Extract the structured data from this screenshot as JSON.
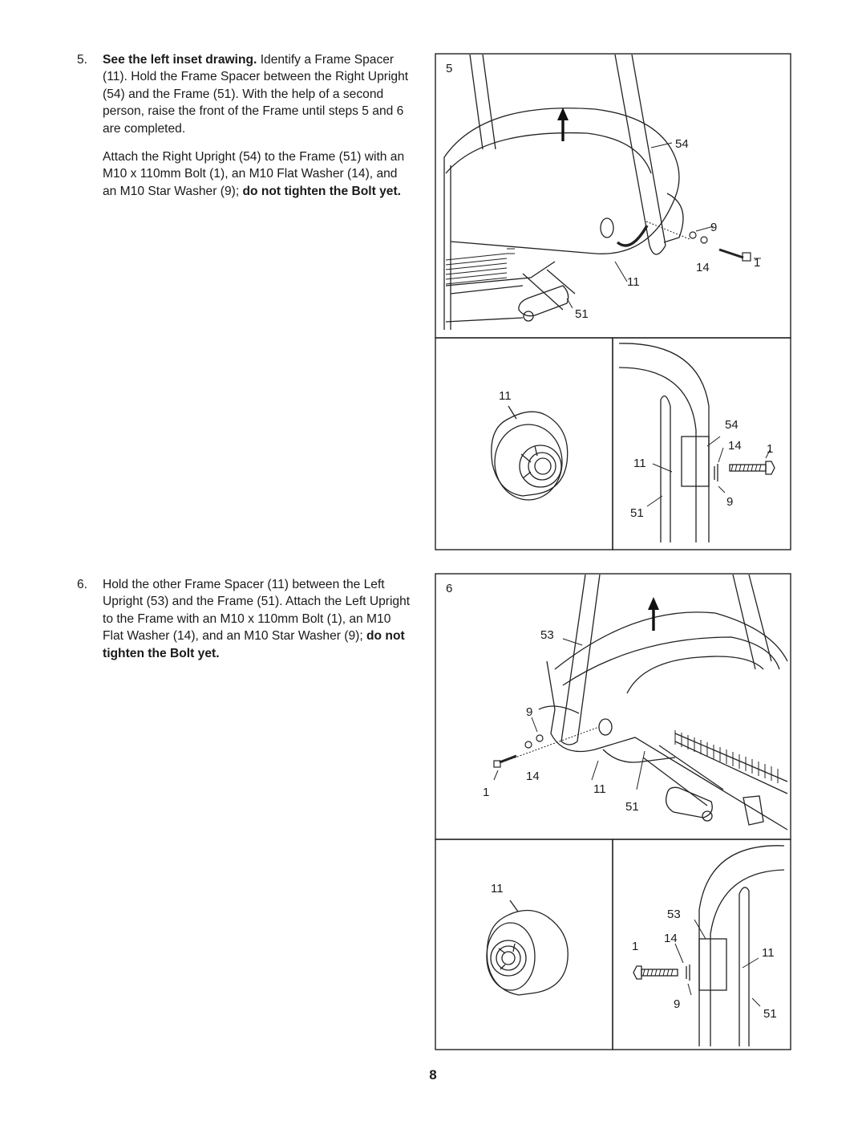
{
  "steps": [
    {
      "number": "5.",
      "para1_bold": "See the left inset drawing.",
      "para1_text": " Identify a Frame Spacer (11). Hold the Frame Spacer between the Right Upright (54) and the Frame (51). With the help of a second person, raise the front of the Frame until steps 5 and 6 are completed.",
      "para2_text": "Attach the Right Upright (54) to the Frame (51) with an M10 x 110mm Bolt (1), an M10 Flat Washer (14), and an M10 Star Washer (9); ",
      "para2_bold": "do not tighten the Bolt yet."
    },
    {
      "number": "6.",
      "para1_text": "Hold the other Frame Spacer (11) between the Left Upright (53) and the Frame (51). Attach the Left Upright to the Frame with an M10 x 110mm Bolt (1), an M10 Flat Washer (14), and an M10 Star Washer (9); ",
      "para1_bold": "do not tighten the Bolt yet."
    }
  ],
  "figure5": {
    "step_label": "5",
    "main_callouts": {
      "upright": "54",
      "star_washer": "9",
      "flat_washer": "14",
      "bolt": "1",
      "spacer": "11",
      "frame": "51"
    },
    "left_inset": {
      "spacer": "11"
    },
    "right_inset": {
      "upright": "54",
      "flat_washer": "14",
      "bolt": "1",
      "spacer": "11",
      "star_washer": "9",
      "frame": "51"
    }
  },
  "figure6": {
    "step_label": "6",
    "main_callouts": {
      "upright": "53",
      "star_washer": "9",
      "flat_washer": "14",
      "bolt": "1",
      "spacer": "11",
      "frame": "51"
    },
    "left_inset": {
      "spacer": "11"
    },
    "right_inset": {
      "upright": "53",
      "bolt": "1",
      "flat_washer": "14",
      "spacer": "11",
      "star_washer": "9",
      "frame": "51"
    }
  },
  "page_number": "8"
}
